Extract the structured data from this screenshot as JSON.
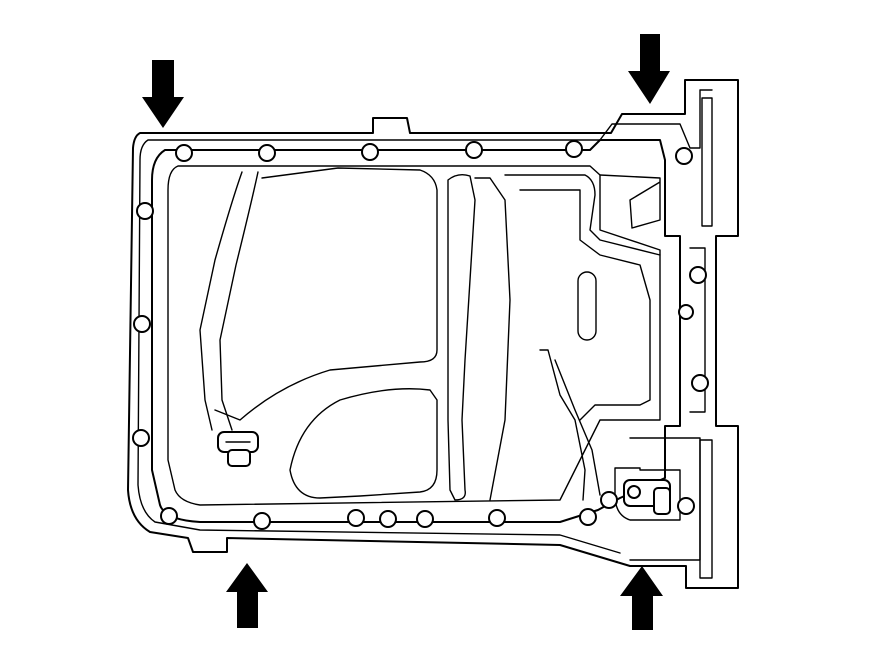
{
  "diagram": {
    "subject": "oil-pan-bottom-view",
    "line_color": "#000000",
    "background": "#ffffff",
    "arrows": [
      {
        "id": "top-left",
        "direction": "down"
      },
      {
        "id": "top-right",
        "direction": "down"
      },
      {
        "id": "bottom-left",
        "direction": "up"
      },
      {
        "id": "bottom-right",
        "direction": "up"
      }
    ]
  }
}
